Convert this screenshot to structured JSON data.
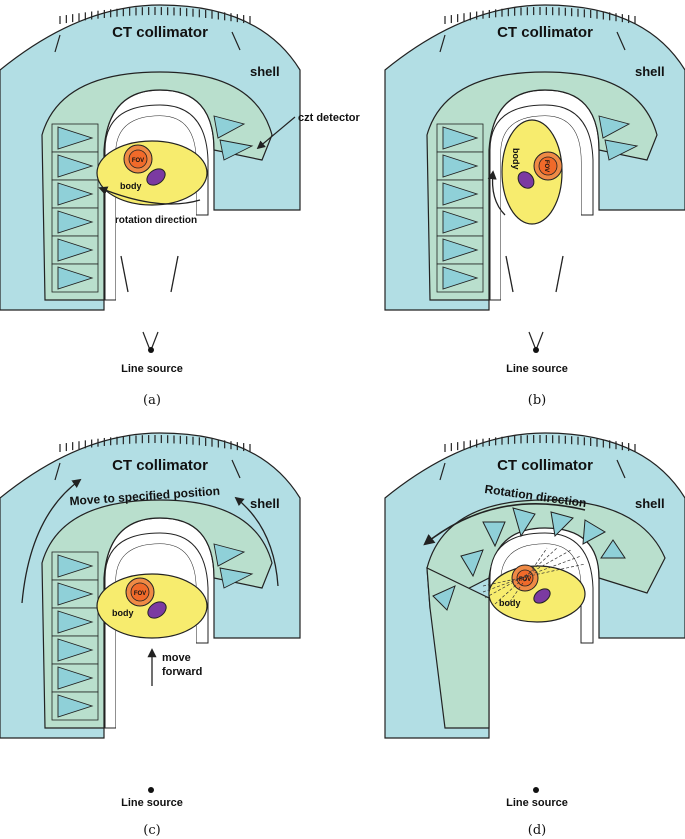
{
  "panels": [
    {
      "id": "a",
      "caption": "(a)",
      "collimator_label": "CT collimator",
      "shell_label": "shell",
      "detector_label": "czt detector",
      "fov_label": "FOV",
      "body_label": "body",
      "rotation_label": "rotation direction",
      "line_source_label": "Line source"
    },
    {
      "id": "b",
      "caption": "(b)",
      "collimator_label": "CT collimator",
      "shell_label": "shell",
      "fov_label": "FOV",
      "body_label": "body",
      "line_source_label": "Line source"
    },
    {
      "id": "c",
      "caption": "(c)",
      "collimator_label": "CT collimator",
      "shell_label": "shell",
      "move_label": "Move to specified position",
      "fov_label": "FOV",
      "body_label": "body",
      "forward_label_1": "move",
      "forward_label_2": "forward",
      "line_source_label": "Line source"
    },
    {
      "id": "d",
      "caption": "(d)",
      "collimator_label": "CT collimator",
      "shell_label": "shell",
      "rotation_label": "Rotation direction",
      "fov_label": "FOV",
      "body_label": "body",
      "line_source_label": "Line source"
    }
  ],
  "colors": {
    "collimator": "#b2dee4",
    "shell": "#b9dfcd",
    "detector": "#8fd0d8",
    "body": "#f7ec6e",
    "fov_outer": "#ef8a45",
    "fov_inner": "#f06a2a",
    "organ": "#7b3aa1",
    "stroke": "#222222"
  }
}
